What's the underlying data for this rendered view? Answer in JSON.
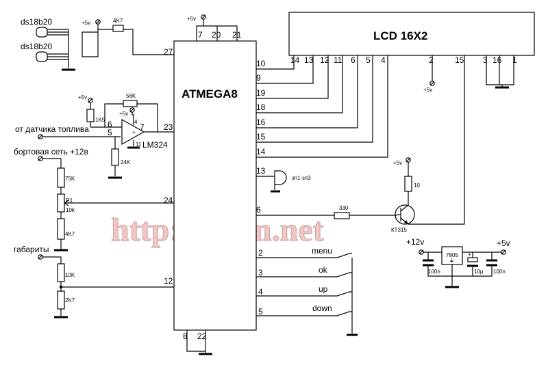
{
  "chip": {
    "name": "ATMEGA8",
    "top_pins": [
      "7",
      "20",
      "21"
    ],
    "bottom_pins": [
      "8",
      "22"
    ],
    "left_pins": [
      "27",
      "23",
      "24",
      "12"
    ],
    "right_pins": [
      "10",
      "9",
      "19",
      "18",
      "16",
      "15",
      "14",
      "13",
      "6",
      "2",
      "3",
      "4",
      "5"
    ]
  },
  "lcd": {
    "name": "LCD 16X2",
    "pins": [
      "14",
      "13",
      "12",
      "11",
      "6",
      "5",
      "4",
      "2",
      "15",
      "3",
      "16",
      "1"
    ]
  },
  "labels": {
    "sensor1": "ds18b20",
    "sensor2": "ds18b20",
    "fuel": "от датчика топлива",
    "board_net": "бортовая сеть +12в",
    "lights": "габариты",
    "opamp": "LM324",
    "buzzer": "зп1-зп3",
    "transistor": "КТ315",
    "regulator": "7805",
    "v5": "+5v",
    "v12_big": "+12v",
    "v5_big": "+5v"
  },
  "components": {
    "r4k7_top": "4K7",
    "r56k": "56K",
    "r1k5": "1K5",
    "r24k": "24K",
    "r75k": "75K",
    "r1": "R1",
    "r10k_pot": "10k",
    "r4k7": "4K7",
    "r10k": "10K",
    "r2k7": "2K7",
    "r330": "330",
    "r10": "10",
    "c100n_a": "100n",
    "c10u": "10µ",
    "c100n_b": "100n",
    "cap_plus": "+"
  },
  "opamp_pins": {
    "p6": "6",
    "p5": "5",
    "p4": "4",
    "p7": "7",
    "p11": "11"
  },
  "regulator_mark": "┷",
  "buttons": [
    "menu",
    "ok",
    "up",
    "down"
  ],
  "watermark": "http://cxem.net"
}
